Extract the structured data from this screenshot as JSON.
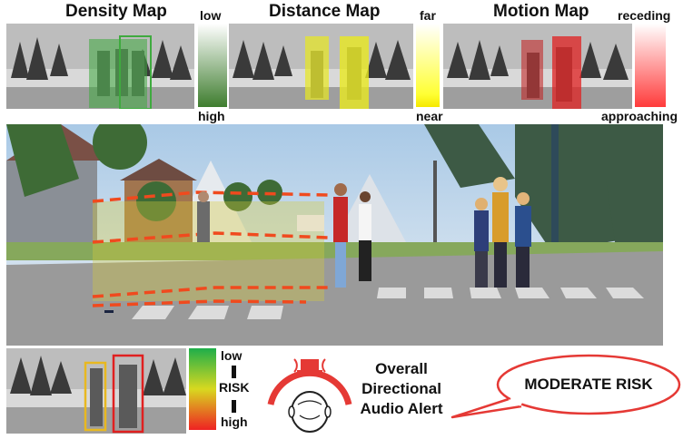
{
  "maps": {
    "density": {
      "title": "Density Map",
      "low": "low",
      "high": "high"
    },
    "distance": {
      "title": "Distance Map",
      "far": "far",
      "near": "near"
    },
    "motion": {
      "title": "Motion Map",
      "receding": "receding",
      "approaching": "approaching"
    }
  },
  "risk_scale": {
    "low": "low",
    "risk": "RISK",
    "high": "high"
  },
  "audio_alert": {
    "line1": "Overall",
    "line2": "Directional",
    "line3": "Audio Alert"
  },
  "risk_level": "MODERATE RISK",
  "colors": {
    "density_box": "#3faa3f",
    "distance_box": "#e8e820",
    "motion_box": "#e02020",
    "risk_low": "#22b04a",
    "risk_high": "#ee2222",
    "alert_arc": "#e53935",
    "bubble_stroke": "#e53935"
  }
}
